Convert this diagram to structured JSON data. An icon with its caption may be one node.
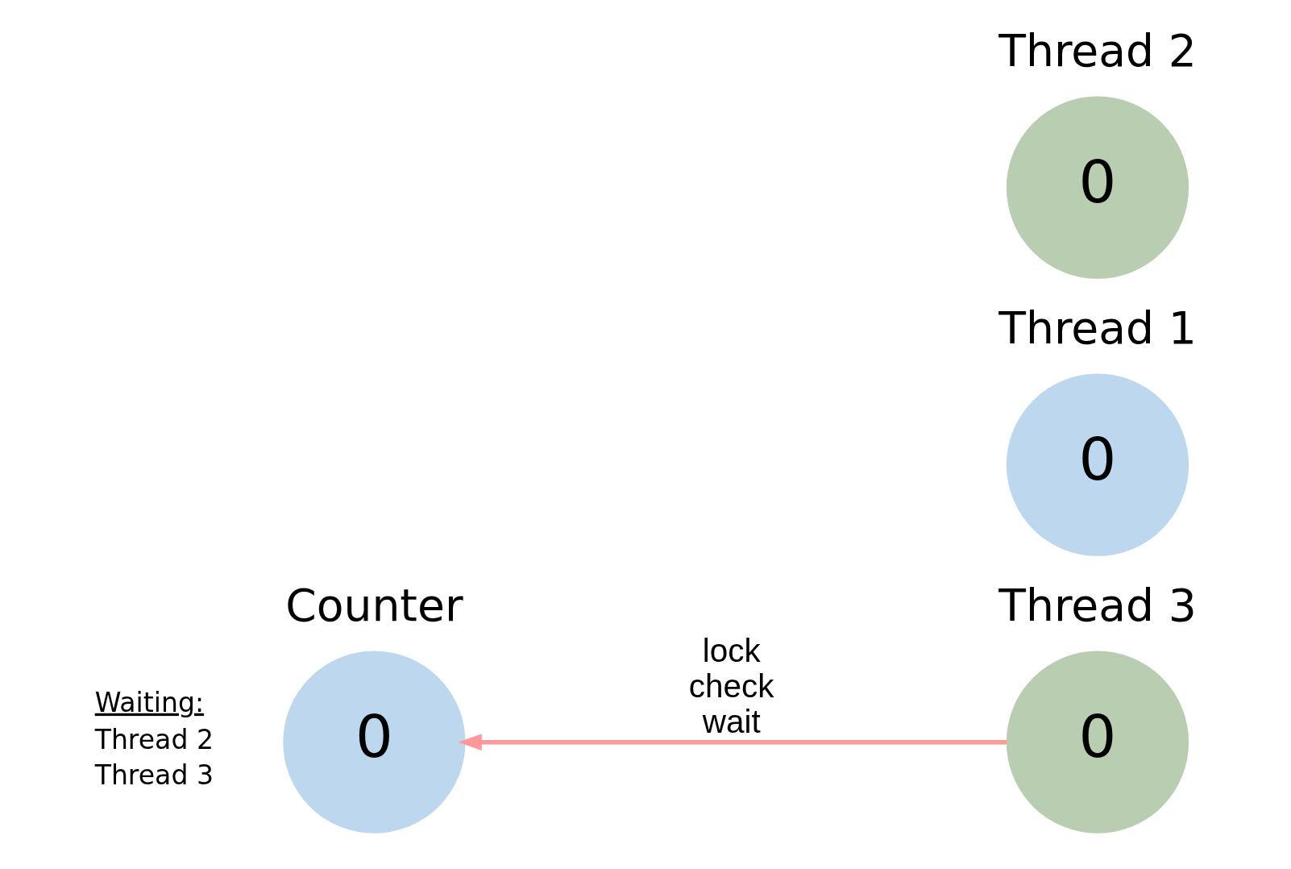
{
  "diagram": {
    "nodes": [
      {
        "text": [
          "Counter",
          "0"
        ],
        "beside": [
          "Waiting:",
          "Thread 2",
          "Thread 3"
        ]
      },
      {
        "text": [
          "Thread 1",
          "0"
        ]
      },
      {
        "text": [
          "Thread 2",
          "0"
        ]
      },
      {
        "text": [
          "Thread 3",
          "0"
        ]
      }
    ],
    "edges": [
      {
        "from": 3,
        "to": 0,
        "arrow": "to",
        "label": "lock check wait",
        "color": "#ff9999"
      }
    ]
  }
}
